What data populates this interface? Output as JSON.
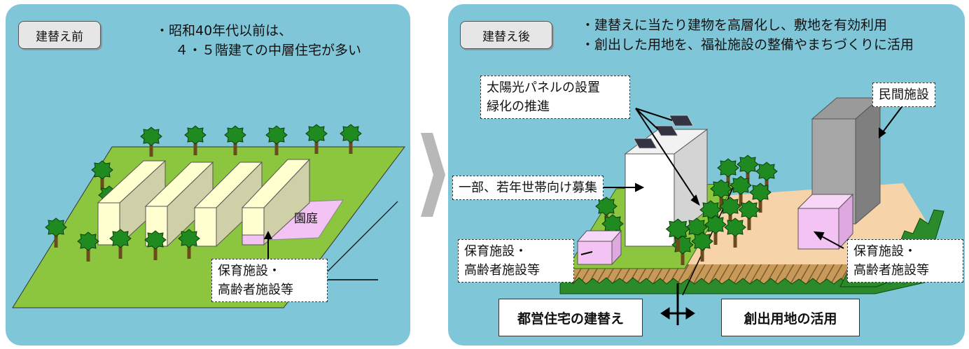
{
  "before": {
    "tag": "建替え前",
    "bullets": [
      "・昭和40年代以前は、",
      "４・５階建ての中層住宅が多い"
    ],
    "garden_label": "園庭",
    "facility_callout": [
      "保育施設・",
      "高齢者施設等"
    ]
  },
  "after": {
    "tag": "建替え後",
    "bullets": [
      "・建替えに当たり建物を高層化し、敷地を有効利用",
      "・創出した用地を、福祉施設の整備やまちづくりに活用"
    ],
    "solar_callout": [
      "太陽光パネルの設置",
      "緑化の推進"
    ],
    "private_callout": "民間施設",
    "youth_callout": "一部、若年世帯向け募集",
    "facility_left_callout": [
      "保育施設・",
      "高齢者施設等"
    ],
    "facility_right_callout": [
      "保育施設・",
      "高齢者施設等"
    ],
    "rebuild_label": "都営住宅の建替え",
    "land_use_label": "創出用地の活用"
  },
  "colors": {
    "panel_bg": "#7fc6d9",
    "lawn": "#8cc63f",
    "building_cream": "#ffffd0",
    "facility_pink": "#f3c4f3",
    "tree_green": "#1f8a1f",
    "arrow_gray": "#b8b8b8"
  }
}
